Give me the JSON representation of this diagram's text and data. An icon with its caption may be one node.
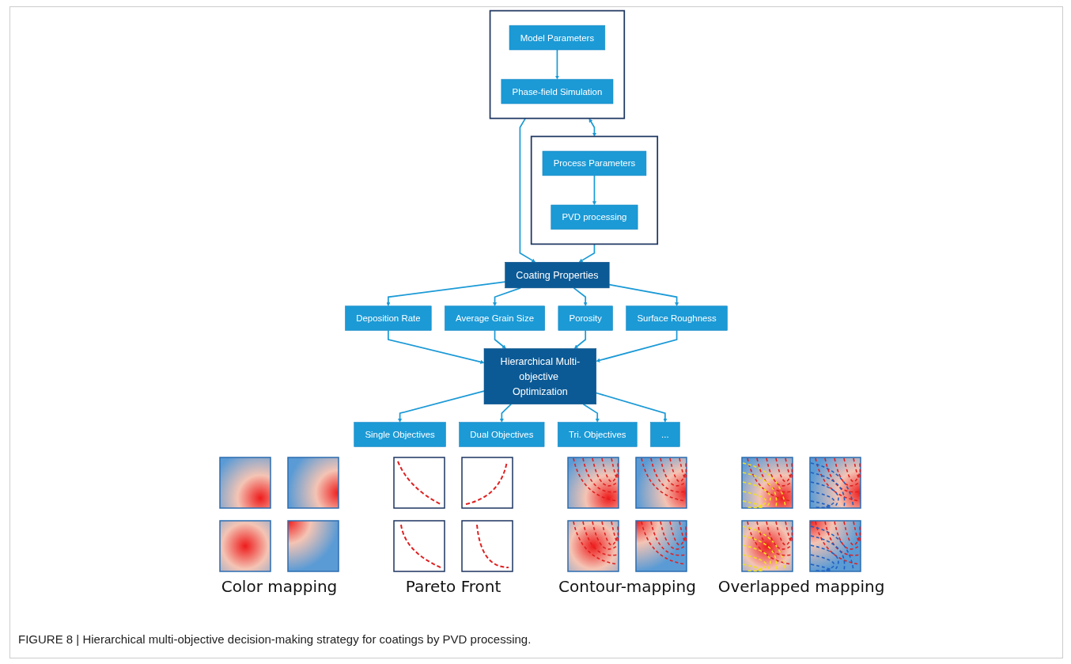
{
  "diagram": {
    "caption": "FIGURE 8 | Hierarchical multi-objective decision-making strategy for coatings by PVD processing.",
    "nodes": [
      {
        "text": [],
        "shape": "box"
      },
      {
        "text": [
          "Model Parameters"
        ],
        "in": 0
      },
      {
        "text": [
          "Phase-field Simulation"
        ],
        "in": 0
      },
      {
        "text": [],
        "shape": "box"
      },
      {
        "text": [
          "Process Parameters"
        ],
        "in": 3
      },
      {
        "text": [
          "PVD processing"
        ],
        "in": 3
      },
      {
        "text": [
          "Coating Properties"
        ]
      },
      {
        "text": [
          "Deposition Rate"
        ]
      },
      {
        "text": [
          "Average Grain Size"
        ]
      },
      {
        "text": [
          "Porosity"
        ]
      },
      {
        "text": [
          "Surface Roughness"
        ]
      },
      {
        "text": [
          "Hierarchical Multi-objective Optimization"
        ]
      },
      {
        "text": [
          "Single Objectives"
        ]
      },
      {
        "text": [
          "Dual Objectives"
        ]
      },
      {
        "text": [
          "Tri. Objectives"
        ]
      },
      {
        "text": [
          "..."
        ]
      }
    ],
    "edges": [
      {
        "from": 1,
        "to": 2,
        "arrow": "to"
      },
      {
        "from": 4,
        "to": 5,
        "arrow": "to"
      },
      {
        "from": 0,
        "to": 3,
        "arrow": "both"
      },
      {
        "from": 0,
        "to": 6,
        "arrow": "to"
      },
      {
        "from": 3,
        "to": 6,
        "arrow": "to"
      },
      {
        "from": 6,
        "to": 7,
        "arrow": "to"
      },
      {
        "from": 6,
        "to": 8,
        "arrow": "to"
      },
      {
        "from": 6,
        "to": 9,
        "arrow": "to"
      },
      {
        "from": 6,
        "to": 10,
        "arrow": "to"
      },
      {
        "from": 7,
        "to": 11,
        "arrow": "to"
      },
      {
        "from": 8,
        "to": 11,
        "arrow": "to"
      },
      {
        "from": 9,
        "to": 11,
        "arrow": "to"
      },
      {
        "from": 10,
        "to": 11,
        "arrow": "to"
      },
      {
        "from": 11,
        "to": 12,
        "arrow": "to"
      },
      {
        "from": 11,
        "to": 13,
        "arrow": "to"
      },
      {
        "from": 11,
        "to": 14,
        "arrow": "to"
      },
      {
        "from": 11,
        "to": 15,
        "arrow": "to"
      }
    ],
    "labels": [
      "Color mapping",
      "Pareto Front",
      "Contour-mapping",
      "Overlapped mapping"
    ]
  }
}
